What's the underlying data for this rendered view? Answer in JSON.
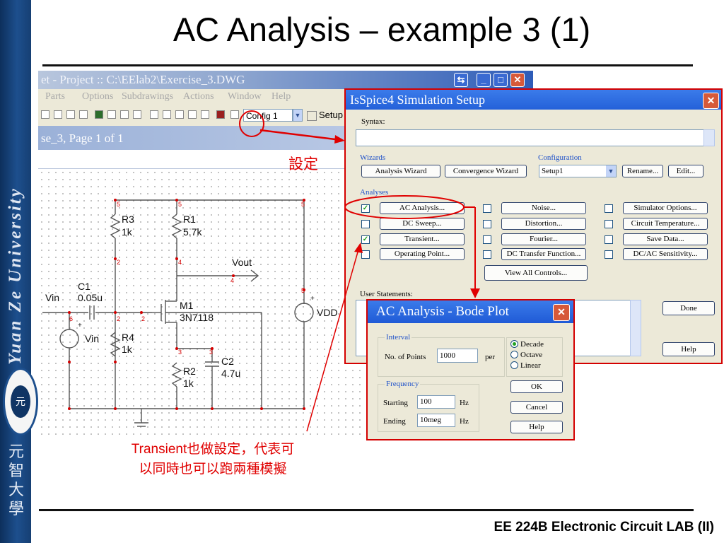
{
  "slide": {
    "title": "AC Analysis – example 3 (1)",
    "footer": "EE 224B Electronic Circuit LAB (II)",
    "university_vertical": "Yuan Ze University",
    "university_chinese": "元智大學"
  },
  "cad_window": {
    "title": "et - Project :: C:\\EElab2\\Exercise_3.DWG",
    "menu": [
      "Parts",
      "Options",
      "Subdrawings",
      "Actions",
      "Window",
      "Help"
    ],
    "config_value": "Config 1",
    "setup_label": "Setup",
    "page_label": "se_3, Page 1 of 1"
  },
  "schematic": {
    "labels": {
      "r3": "R3",
      "r3_val": "1k",
      "r1": "R1",
      "r1_val": "5.7k",
      "c1": "C1",
      "c1_val": "0.05u",
      "vin_left": "Vin",
      "vin_src": "Vin",
      "m1": "M1",
      "m1_model": "3N7118",
      "vout": "Vout",
      "vdd": "VDD",
      "r4": "R4",
      "r4_val": "1k",
      "r2": "R2",
      "r2_val": "1k",
      "c2": "C2",
      "c2_val": "4.7u"
    },
    "nodes": [
      "5",
      "5",
      "5",
      "2",
      "4",
      "4",
      "6",
      "2",
      "2",
      "3",
      "3",
      "5"
    ]
  },
  "setup_dialog": {
    "title": "IsSpice4 Simulation Setup",
    "syntax_label": "Syntax:",
    "wizards_label": "Wizards",
    "analysis_wizard": "Analysis Wizard",
    "convergence_wizard": "Convergence Wizard",
    "configuration_label": "Configuration",
    "configuration_value": "Setup1",
    "rename": "Rename...",
    "edit": "Edit...",
    "analyses_label": "Analyses",
    "analyses": [
      {
        "label": "AC Analysis...",
        "checked": true
      },
      {
        "label": "Noise...",
        "checked": false
      },
      {
        "label": "Simulator Options...",
        "checked": false
      },
      {
        "label": "DC Sweep...",
        "checked": false
      },
      {
        "label": "Distortion...",
        "checked": false
      },
      {
        "label": "Circuit Temperature...",
        "checked": false
      },
      {
        "label": "Transient...",
        "checked": true
      },
      {
        "label": "Fourier...",
        "checked": false
      },
      {
        "label": "Save Data...",
        "checked": false
      },
      {
        "label": "Operating Point...",
        "checked": false
      },
      {
        "label": "DC Transfer Function...",
        "checked": false
      },
      {
        "label": "DC/AC Sensitivity...",
        "checked": false
      }
    ],
    "view_all": "View All Controls...",
    "user_statements_label": "User Statements:",
    "done": "Done",
    "help": "Help"
  },
  "bode_dialog": {
    "title": "AC Analysis - Bode Plot",
    "interval_label": "Interval",
    "points_label": "No. of Points",
    "points_value": "1000",
    "per_label": "per",
    "scale_options": [
      "Decade",
      "Octave",
      "Linear"
    ],
    "scale_selected": "Decade",
    "frequency_label": "Frequency",
    "starting_label": "Starting",
    "starting_value": "100",
    "ending_label": "Ending",
    "ending_value": "10meg",
    "hz": "Hz",
    "ok": "OK",
    "cancel": "Cancel",
    "help": "Help"
  },
  "annotations": {
    "setting": "設定",
    "transient_note_line1": "Transient也做設定，代表可",
    "transient_note_line2": "以同時也可以跑兩種模擬"
  },
  "colors": {
    "annotation_red": "#e00000",
    "title_bar_blue": "#2461d9",
    "band_blue": "#1d4f8d"
  }
}
